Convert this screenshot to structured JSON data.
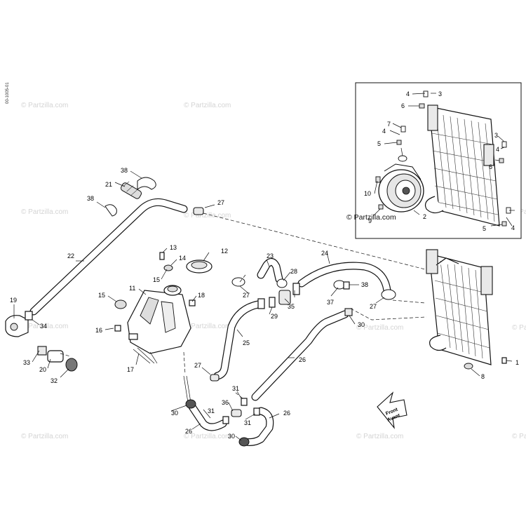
{
  "drawing_code": "00-1005-01",
  "watermark": "© Partzilla.com",
  "direction_label": {
    "line1": "Front",
    "line2": "Avant"
  },
  "callouts": {
    "c1": "1",
    "c2": "2",
    "c3a": "3",
    "c3b": "3",
    "c4a": "4",
    "c4b": "4",
    "c4c": "4",
    "c4d": "4",
    "c5a": "5",
    "c5b": "5",
    "c6a": "6",
    "c6b": "6",
    "c7": "7",
    "c8": "8",
    "c9": "9",
    "c10": "10",
    "c11": "11",
    "c12": "12",
    "c13": "13",
    "c14": "14",
    "c15a": "15",
    "c15b": "15",
    "c16": "16",
    "c17": "17",
    "c18": "18",
    "c19": "19",
    "c20": "20",
    "c21": "21",
    "c22": "22",
    "c23": "23",
    "c24": "24",
    "c25": "25",
    "c26a": "26",
    "c26b": "26",
    "c26c": "26",
    "c27a": "27",
    "c27b": "27",
    "c27c": "27",
    "c27d": "27",
    "c28": "28",
    "c29": "29",
    "c30a": "30",
    "c30b": "30",
    "c30c": "30",
    "c31a": "31",
    "c31b": "31",
    "c31c": "31",
    "c32": "32",
    "c33": "33",
    "c34": "34",
    "c35": "35",
    "c36": "36",
    "c37": "37",
    "c38a": "38",
    "c38b": "38",
    "c38c": "38"
  }
}
